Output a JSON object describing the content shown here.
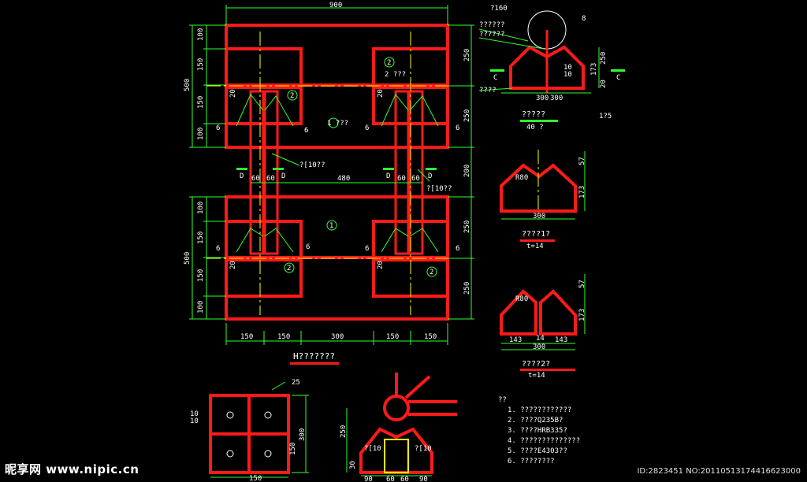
{
  "main_view": {
    "dims_top": [
      "900"
    ],
    "dims_bottom": [
      "150",
      "150",
      "300",
      "150",
      "150"
    ],
    "dims_left_upper": [
      "100",
      "150",
      "150",
      "100"
    ],
    "dims_left_lower": [
      "100",
      "150",
      "150",
      "100"
    ],
    "dims_left_totals": [
      "500",
      "500"
    ],
    "dims_right": [
      "250",
      "250",
      "200",
      "250",
      "250"
    ],
    "dims_center": [
      "60",
      "60",
      "480",
      "60",
      "60"
    ],
    "labels": {
      "one_qqq": "1 ???",
      "one": "1",
      "two": "2",
      "two_qqq": "2 ???",
      "ten": "?[10??",
      "twenty": "20",
      "six": "6",
      "d": "D"
    },
    "title": "H???????"
  },
  "detail_top_right": {
    "texts": [
      "?160",
      "??????",
      "??????",
      "8",
      "????",
      "10",
      "10",
      "173",
      "250",
      "20",
      "C",
      "C",
      "300",
      "300"
    ],
    "title": "?????",
    "subtitle": "40 ?",
    "num": "1?5"
  },
  "plate1": {
    "r": "R80",
    "d1": "57",
    "d2": "173",
    "w": "300",
    "title": "????1?",
    "t": "t=14"
  },
  "plate2": {
    "r": "R80",
    "d1": "57",
    "d2": "173",
    "w": "300",
    "w1": "143",
    "w2": "14",
    "w3": "143",
    "title": "????2?",
    "t": "t=14"
  },
  "bottom_left": {
    "d1": "25",
    "d2": "300",
    "d3": "150",
    "d4": "150",
    "d5": "10",
    "d6": "10"
  },
  "bottom_mid": {
    "d1": "250",
    "d2": "30",
    "dims": [
      "90",
      "60",
      "60",
      "90"
    ],
    "tags": [
      "?[10",
      "?[10"
    ]
  },
  "notes": {
    "header": "??",
    "items": [
      "1. ????????????",
      "2. ????Q235B?",
      "3. ????HRB335?",
      "4. ??????????????",
      "5. ????E4303??",
      "6. ????????"
    ]
  },
  "watermark": {
    "brand": "昵享网 www.nipic.cn",
    "id": "ID:2823451 NO:20110513174416623000"
  },
  "colors": {
    "bg": "#000000",
    "steel": "#ff1a1a",
    "dim": "#30ff30",
    "axis": "#ffff00",
    "text": "#ffffff",
    "magenta": "#ff40ff"
  }
}
